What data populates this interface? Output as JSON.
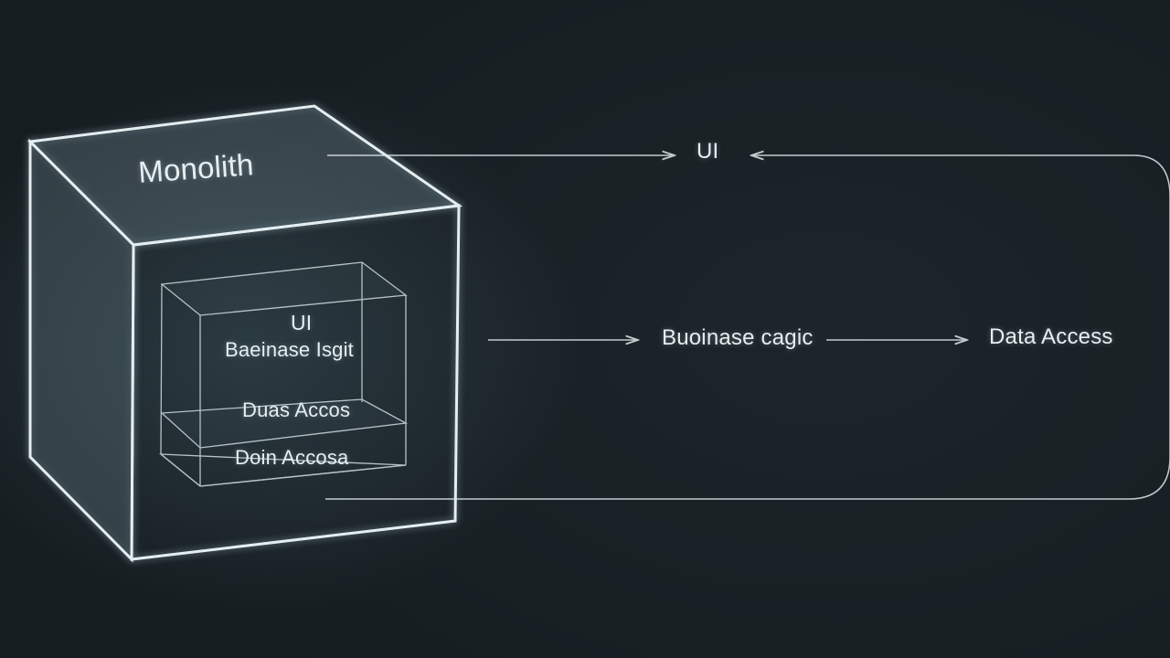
{
  "diagram": {
    "cube_title": "Monolith",
    "inner_layers": {
      "ui": "UI",
      "business_logic": "Baeinase Isgit",
      "data_access_upper": "Duas Accos",
      "data_access_lower": "Doin Accosa"
    },
    "flow": {
      "top_label": "UI",
      "business_label": "Buoinase cagic",
      "data_label": "Data Access"
    }
  },
  "colors": {
    "background": "#1b2328",
    "line": "#dfe9ec",
    "text": "#e6eef1"
  }
}
